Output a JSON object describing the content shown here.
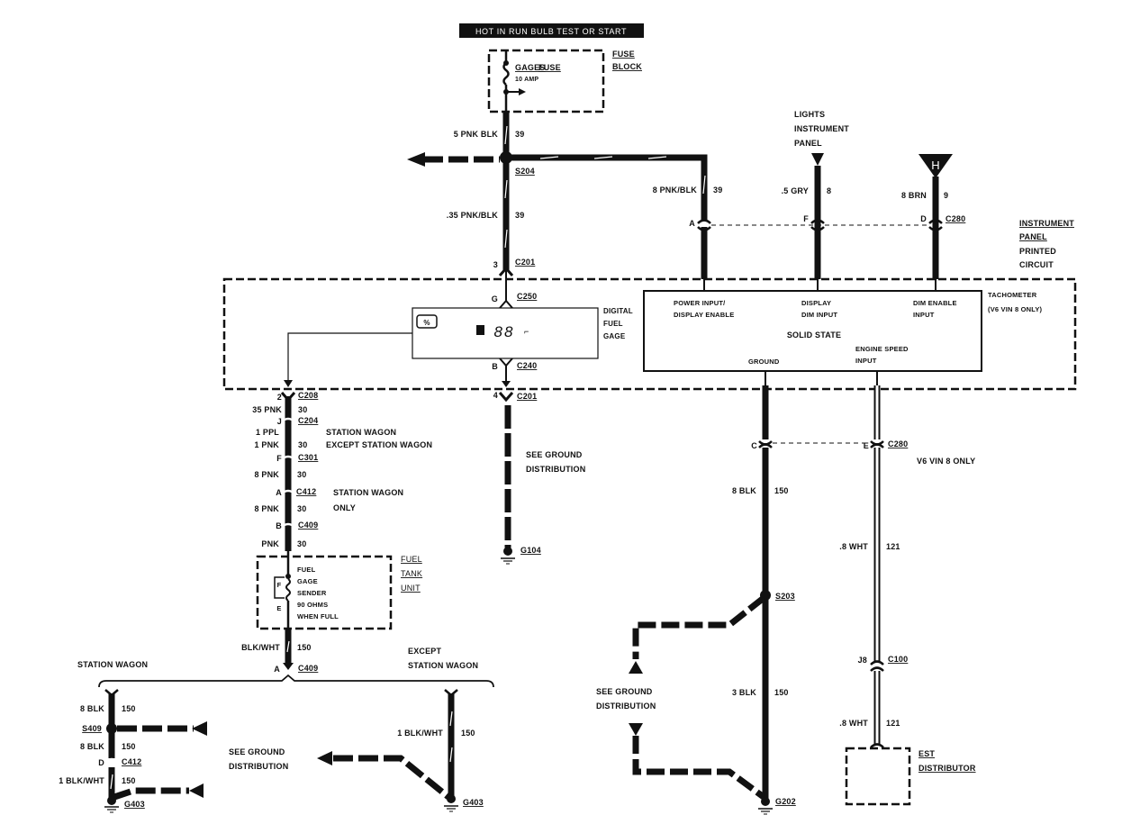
{
  "header": {
    "power_label": "HOT IN RUN  BULB TEST OR START"
  },
  "fuse_block": {
    "title_line1": "FUSE",
    "title_line2": "BLOCK",
    "fuse_name": "GAGES",
    "fuse_word": "FUSE",
    "fuse_rating": "10 AMP"
  },
  "feed_circuit": {
    "upper_wire": {
      "gauge_color": "5 PNK BLK",
      "circuit": "39"
    },
    "splice": "S204",
    "lower_wire": {
      "gauge_color": ".35 PNK/BLK",
      "circuit": "39"
    },
    "right_wire": {
      "gauge_color": "8 PNK/BLK",
      "circuit": "39"
    },
    "c201_top": {
      "pin": "3",
      "connector": "C201"
    }
  },
  "lights_panel": {
    "label_line1": "LIGHTS",
    "label_line2": "INSTRUMENT",
    "label_line3": "PANEL",
    "wire": {
      "gauge_color": ".5 GRY",
      "circuit": "8"
    }
  },
  "h_feed": {
    "symbol": "H",
    "wire": {
      "gauge_color": "8 BRN",
      "circuit": "9"
    }
  },
  "c280_top": {
    "pins": [
      "A",
      "F",
      "D"
    ],
    "connector": "C280"
  },
  "printed_circuit": {
    "line1": "INSTRUMENT",
    "line2": "PANEL",
    "line3": "PRINTED",
    "line4": "CIRCUIT"
  },
  "tachometer": {
    "label_line1": "TACHOMETER",
    "label_line2": "(V6 VIN 8 ONLY)",
    "input1_line1": "POWER INPUT/",
    "input1_line2": "DISPLAY ENABLE",
    "input2_line1": "DISPLAY",
    "input2_line2": "DIM INPUT",
    "input3_line1": "DIM ENABLE",
    "input3_line2": "INPUT",
    "center": "SOLID STATE",
    "ground": "GROUND",
    "speed_line1": "ENGINE SPEED",
    "speed_line2": "INPUT"
  },
  "digital_gage": {
    "label_line1": "DIGITAL",
    "label_line2": "FUEL",
    "label_line3": "GAGE",
    "display": "88",
    "c250": {
      "pin": "G",
      "connector": "C250"
    },
    "c240": {
      "pin": "B",
      "connector": "C240"
    }
  },
  "fuel_circuit": {
    "c208": {
      "pin": "2",
      "connector": "C208"
    },
    "w1": {
      "gauge_color": "35 PNK",
      "circuit": "30"
    },
    "c204": {
      "pin": "J",
      "connector": "C204"
    },
    "w2a": {
      "gauge_color": "1 PPL",
      "note": "STATION WAGON"
    },
    "w2b": {
      "gauge_color": "1 PNK",
      "circuit": "30",
      "note": "EXCEPT STATION WAGON"
    },
    "c301": {
      "pin": "F",
      "connector": "C301"
    },
    "w3": {
      "gauge_color": "8 PNK",
      "circuit": "30"
    },
    "c412": {
      "pin": "A",
      "connector": "C412"
    },
    "note_sw_line1": "STATION WAGON",
    "note_sw_line2": "ONLY",
    "w4": {
      "gauge_color": "8 PNK",
      "circuit": "30"
    },
    "c409": {
      "pin": "B",
      "connector": "C409"
    },
    "w5": {
      "gauge_color": "PNK",
      "circuit": "30"
    }
  },
  "fuel_tank": {
    "title_line1": "FUEL",
    "title_line2": "TANK",
    "title_line3": "UNIT",
    "sender_line1": "FUEL",
    "sender_line2": "GAGE",
    "sender_line3": "SENDER",
    "sender_line4": "90 OHMS",
    "sender_line5": "WHEN FULL",
    "full_mark": "F",
    "empty_mark": "E"
  },
  "tank_ground": {
    "wire": {
      "gauge_color": "BLK/WHT",
      "circuit": "150"
    },
    "c409": {
      "pin": "A",
      "connector": "C409"
    }
  },
  "station_wagon_branch": {
    "title": "STATION WAGON",
    "w1": {
      "gauge_color": "8 BLK",
      "circuit": "150"
    },
    "splice": "S409",
    "w2": {
      "gauge_color": "8 BLK",
      "circuit": "150"
    },
    "c412": {
      "pin": "D",
      "connector": "C412"
    },
    "w3": {
      "gauge_color": "1 BLK/WHT",
      "circuit": "150"
    },
    "ground": "G403"
  },
  "except_wagon_branch": {
    "title_line1": "EXCEPT",
    "title_line2": "STATION WAGON",
    "w1": {
      "gauge_color": "1 BLK/WHT",
      "circuit": "150"
    },
    "ground": "G403"
  },
  "see_ground_bottom_left": {
    "line1": "SEE GROUND",
    "line2": "DISTRIBUTION"
  },
  "g104_circuit": {
    "c201": {
      "pin": "4",
      "connector": "C201"
    },
    "note_line1": "SEE GROUND",
    "note_line2": "DISTRIBUTION",
    "ground": "G104"
  },
  "tach_ground": {
    "c280": {
      "pin": "C"
    },
    "w1": {
      "gauge_color": "8 BLK",
      "circuit": "150"
    },
    "splice": "S203",
    "w2": {
      "gauge_color": "3 BLK",
      "circuit": "150"
    },
    "ground": "G202",
    "note_line1": "SEE GROUND",
    "note_line2": "DISTRIBUTION"
  },
  "tach_signal": {
    "c280": {
      "pin": "E",
      "connector": "C280"
    },
    "note": "V6 VIN 8 ONLY",
    "w1": {
      "gauge_color": ".8 WHT",
      "circuit": "121"
    },
    "c100": {
      "pin": "J8",
      "connector": "C100"
    },
    "w2": {
      "gauge_color": ".8 WHT",
      "circuit": "121"
    },
    "est_line1": "EST",
    "est_line2": "DISTRIBUTOR"
  }
}
